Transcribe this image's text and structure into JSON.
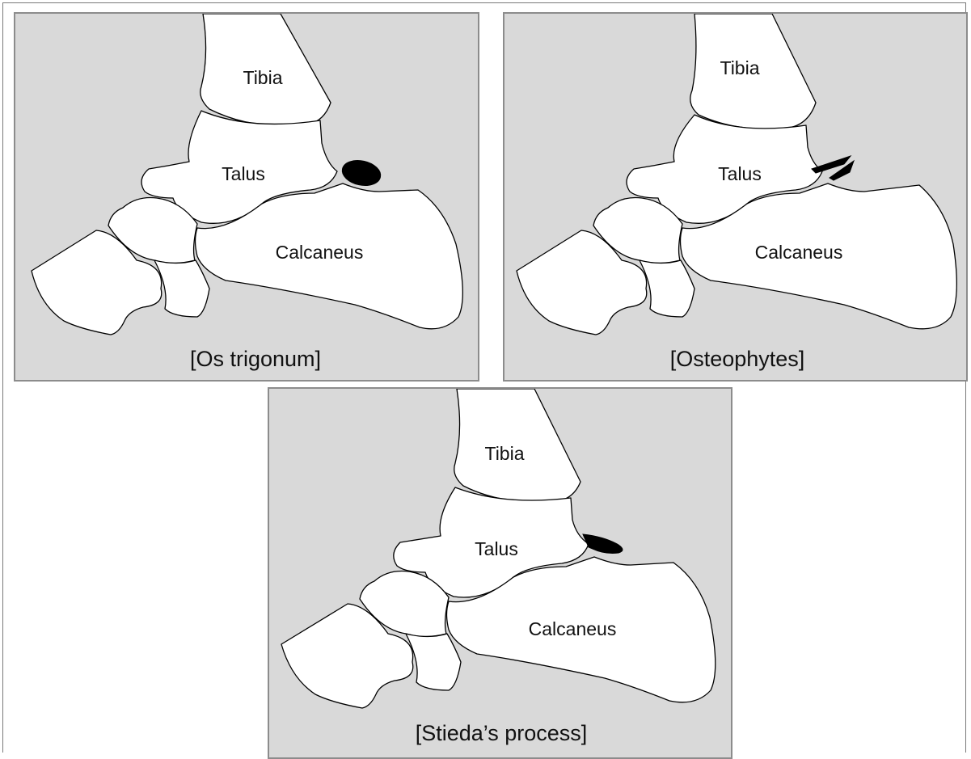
{
  "panels": [
    {
      "caption": "[Os trigonum]",
      "labels": {
        "tibia": "Tibia",
        "talus": "Talus",
        "calcaneus": "Calcaneus"
      },
      "lesion_icon": "os-trigonum-ossicle-icon"
    },
    {
      "caption": "[Osteophytes]",
      "labels": {
        "tibia": "Tibia",
        "talus": "Talus",
        "calcaneus": "Calcaneus"
      },
      "lesion_icon": "osteophyte-spurs-icon"
    },
    {
      "caption": "[Stieda’s process]",
      "labels": {
        "tibia": "Tibia",
        "talus": "Talus",
        "calcaneus": "Calcaneus"
      },
      "lesion_icon": "stieda-process-icon"
    }
  ],
  "colors": {
    "panel_background": "#d9d9d9",
    "panel_border": "#8c8c8c",
    "bone_fill": "#ffffff",
    "outline": "#000000",
    "lesion": "#000000"
  }
}
